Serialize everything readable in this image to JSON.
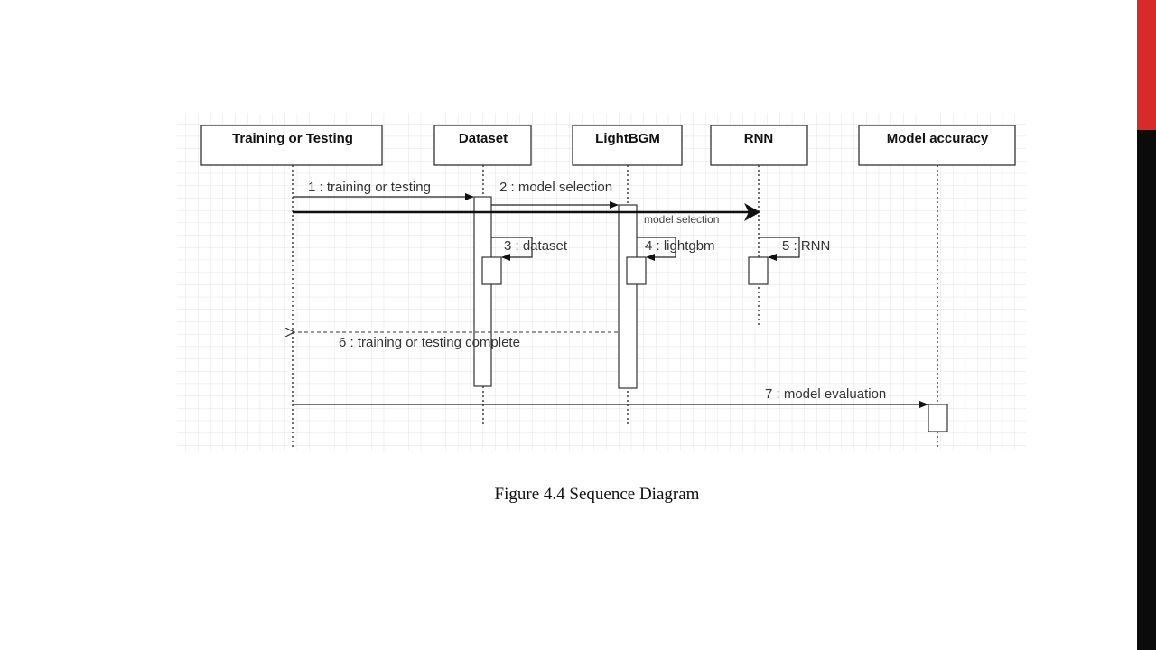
{
  "colors": {
    "accent_red": "#d92a2a",
    "accent_black": "#0b0b0b",
    "grid": "#e3e3e3",
    "line": "#222222"
  },
  "actors": [
    {
      "id": "training",
      "label": "Training or Testing"
    },
    {
      "id": "dataset",
      "label": "Dataset"
    },
    {
      "id": "lightbgm",
      "label": "LightBGM"
    },
    {
      "id": "rnn",
      "label": "RNN"
    },
    {
      "id": "accuracy",
      "label": "Model accuracy"
    }
  ],
  "messages": [
    {
      "id": "m1",
      "label": "1 : training or testing",
      "from": "training",
      "to": "dataset",
      "kind": "sync"
    },
    {
      "id": "m2",
      "label": "2 : model selection",
      "from": "dataset",
      "to": "lightbgm",
      "kind": "sync"
    },
    {
      "id": "m2b",
      "label": "model selection",
      "from": "training",
      "to": "rnn",
      "kind": "sync"
    },
    {
      "id": "m3",
      "label": "3 : dataset",
      "from": "dataset",
      "to": "dataset",
      "kind": "self"
    },
    {
      "id": "m4",
      "label": "4 : lightgbm",
      "from": "lightbgm",
      "to": "lightbgm",
      "kind": "self"
    },
    {
      "id": "m5",
      "label": "5 : RNN",
      "from": "rnn",
      "to": "rnn",
      "kind": "self"
    },
    {
      "id": "m6",
      "label": "6 : training or testing complete",
      "from": "lightbgm",
      "to": "training",
      "kind": "return"
    },
    {
      "id": "m7",
      "label": "7 : model evaluation",
      "from": "training",
      "to": "accuracy",
      "kind": "sync"
    }
  ],
  "caption": "Figure 4.4 Sequence Diagram"
}
